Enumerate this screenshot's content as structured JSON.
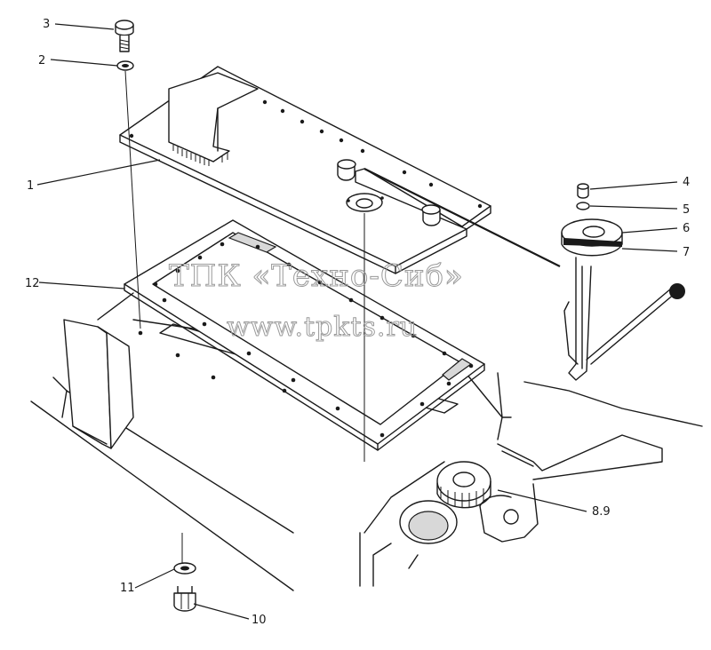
{
  "callouts": [
    {
      "id": "3",
      "label": "3"
    },
    {
      "id": "2",
      "label": "2"
    },
    {
      "id": "1",
      "label": "1"
    },
    {
      "id": "12",
      "label": "12"
    },
    {
      "id": "4",
      "label": "4"
    },
    {
      "id": "5",
      "label": "5"
    },
    {
      "id": "6",
      "label": "6"
    },
    {
      "id": "7",
      "label": "7"
    },
    {
      "id": "8-9",
      "label": "8.9"
    },
    {
      "id": "11",
      "label": "11"
    },
    {
      "id": "10",
      "label": "10"
    }
  ],
  "watermark": {
    "line1": "ТПК «Техно-Сиб»",
    "line2": "www.tpkts.ru"
  }
}
